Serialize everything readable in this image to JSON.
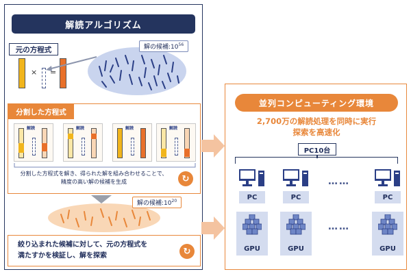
{
  "left": {
    "title": "解読アルゴリズム",
    "original_equation_label": "元の方程式",
    "candidates_original": "解の候補:10",
    "candidates_original_exp": "56",
    "split_label": "分割した方程式",
    "mini_kaidoku": "解読",
    "split_text_line1": "分割した方程式を解き、得られた解を組み合わせることで、",
    "split_text_line2": "精度の高い解の候補を生成",
    "candidates_reduced": "解の候補:10",
    "candidates_reduced_exp": "20",
    "bottom_text_line1": "絞り込まれた候補に対して、元の方程式を",
    "bottom_text_line2": "満たすかを検証し、解を探索",
    "times_symbol": "×",
    "equals_symbol": "="
  },
  "right": {
    "title": "並列コンピューティング環境",
    "speed_line1": "2,700万の解読処理を同時に実行",
    "speed_line2": "探索を高速化",
    "pc_count": "PC10台",
    "pc_label": "PC",
    "gpu_label": "GPU",
    "ellipsis": "……"
  },
  "colors": {
    "navy": "#24345e",
    "orange": "#e8873a",
    "light_blue": "#d4dcef",
    "cloud_blue": "#c9d4ee",
    "cloud_orange": "#f9d7b6"
  },
  "icons": [
    "cycle-icon",
    "monitor-icon",
    "gpu-cube-icon",
    "arrow-right-icon",
    "arrow-down-icon"
  ]
}
